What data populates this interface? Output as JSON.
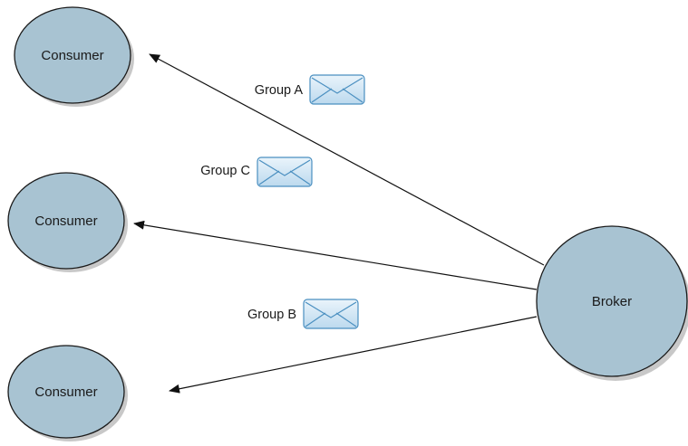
{
  "nodes": {
    "consumer_1": {
      "label": "Consumer"
    },
    "consumer_2": {
      "label": "Consumer"
    },
    "consumer_3": {
      "label": "Consumer"
    },
    "broker": {
      "label": "Broker"
    }
  },
  "messages": [
    {
      "group": "Group A",
      "target": "consumer_1",
      "icon": "envelope-icon"
    },
    {
      "group": "Group C",
      "target": "consumer_2",
      "icon": "envelope-icon"
    },
    {
      "group": "Group B",
      "target": "consumer_3",
      "icon": "envelope-icon"
    }
  ],
  "colors": {
    "node_fill": "#a8c3d2",
    "node_stroke": "#1a1a1a",
    "shadow": "#c8c8c8",
    "envelope_fill": "#d6e9f6",
    "envelope_stroke": "#4a8fc0"
  }
}
